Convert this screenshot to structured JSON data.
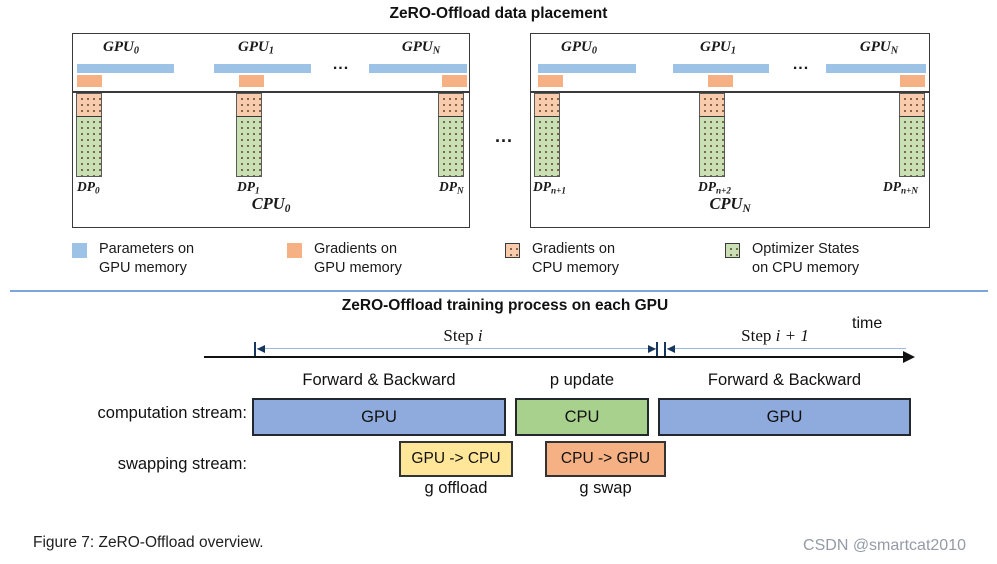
{
  "top": {
    "title": "ZeRO-Offload data placement",
    "ellipsis": "...",
    "panels": [
      {
        "gpus": [
          {
            "name": "GPU",
            "sub": "0"
          },
          {
            "name": "GPU",
            "sub": "1"
          },
          {
            "name": "GPU",
            "sub": "N"
          }
        ],
        "dps": [
          {
            "name": "DP",
            "sub": "0"
          },
          {
            "name": "DP",
            "sub": "1"
          },
          {
            "name": "DP",
            "sub": "N"
          }
        ],
        "cpu": {
          "name": "CPU",
          "sub": "0"
        }
      },
      {
        "gpus": [
          {
            "name": "GPU",
            "sub": "0"
          },
          {
            "name": "GPU",
            "sub": "1"
          },
          {
            "name": "GPU",
            "sub": "N"
          }
        ],
        "dps": [
          {
            "name": "DP",
            "sub": "n+1"
          },
          {
            "name": "DP",
            "sub": "n+2"
          },
          {
            "name": "DP",
            "sub": "n+N"
          }
        ],
        "cpu": {
          "name": "CPU",
          "sub": "N"
        }
      }
    ],
    "legend": [
      {
        "line1": "Parameters on",
        "line2": "GPU memory",
        "color": "#9CC3E6"
      },
      {
        "line1": "Gradients on",
        "line2": "GPU memory",
        "color": "#F5B183"
      },
      {
        "line1": "Gradients on",
        "line2": "CPU memory",
        "color": "#F8CBAD"
      },
      {
        "line1": "Optimizer States",
        "line2": "on CPU memory",
        "color": "#C9E0B4"
      }
    ]
  },
  "bottom": {
    "title": "ZeRO-Offload training process on each GPU",
    "time_label": "time",
    "steps": [
      {
        "prefix": "Step ",
        "var": "i"
      },
      {
        "prefix": "Step ",
        "var": "i + 1"
      }
    ],
    "computation": {
      "label": "computation stream:",
      "blocks": [
        {
          "above": "Forward & Backward",
          "text": "GPU",
          "color": "#8FAADC"
        },
        {
          "above": "p update",
          "text": "CPU",
          "color": "#A9D18E"
        },
        {
          "above": "Forward & Backward",
          "text": "GPU",
          "color": "#8FAADC"
        }
      ]
    },
    "swapping": {
      "label": "swapping stream:",
      "blocks": [
        {
          "text": "GPU -> CPU",
          "below": "g offload",
          "color": "#FFE699"
        },
        {
          "text": "CPU -> GPU",
          "below": "g swap",
          "color": "#F5B183"
        }
      ]
    }
  },
  "caption": "Figure 7: ZeRO-Offload overview.",
  "watermark": "CSDN @smartcat2010"
}
